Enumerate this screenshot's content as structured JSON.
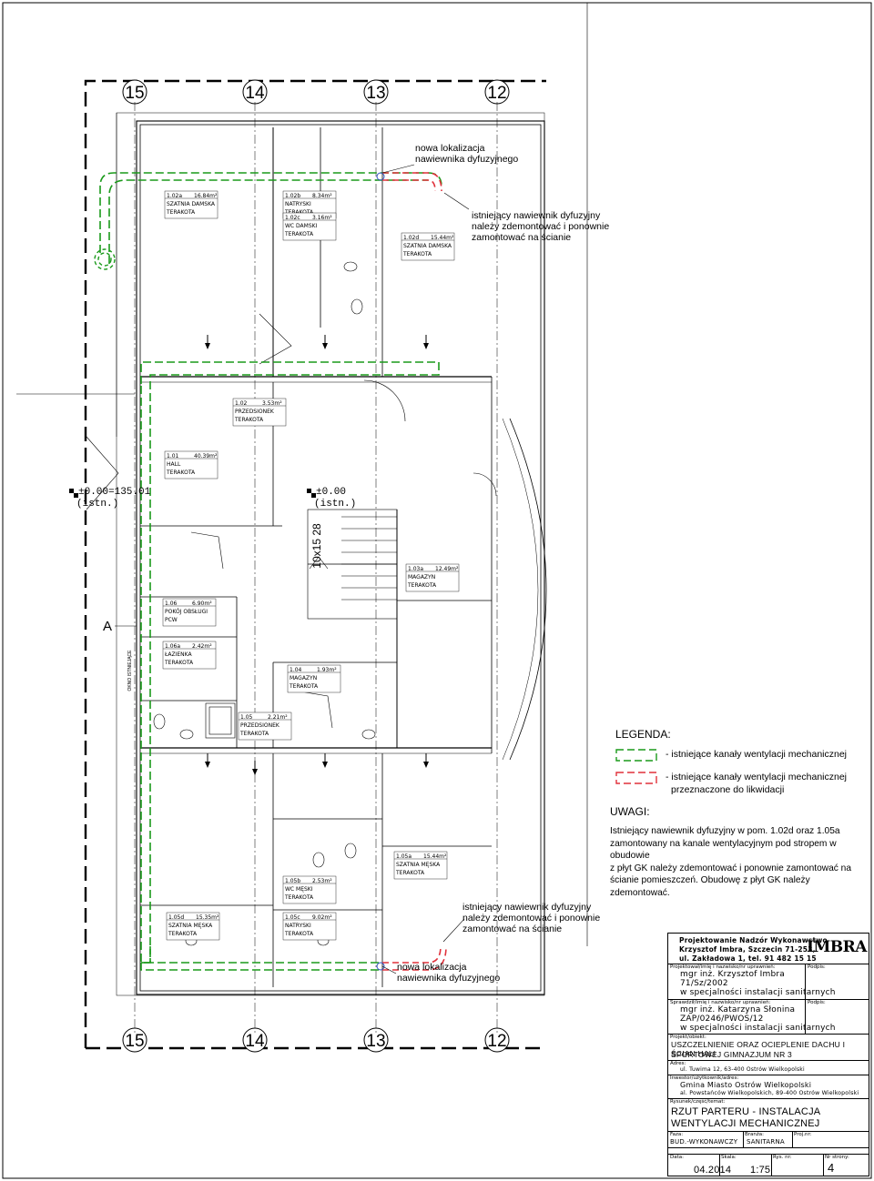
{
  "grid_axes": [
    "15",
    "14",
    "13",
    "12"
  ],
  "row_axis": "A",
  "rooms": [
    {
      "number": "1.02a",
      "area": "16.84m²",
      "name": "SZATNIA DAMSKA",
      "floor": "TERAKOTA"
    },
    {
      "number": "1.02b",
      "area": "8.34m²",
      "name": "NATRYSKI",
      "floor": "TERAKOTA"
    },
    {
      "number": "1.02c",
      "area": "3.16m²",
      "name": "WC DAMSKI",
      "floor": "TERAKOTA"
    },
    {
      "number": "1.02d",
      "area": "15.44m²",
      "name": "SZATNIA DAMSKA",
      "floor": "TERAKOTA"
    },
    {
      "number": "1.02",
      "area": "3.53m²",
      "name": "PRZEDSIONEK",
      "floor": "TERAKOTA"
    },
    {
      "number": "1.01",
      "area": "40.39m²",
      "name": "HALL",
      "floor": "TERAKOTA"
    },
    {
      "number": "1.03a",
      "area": "12.49m²",
      "name": "MAGAZYN",
      "floor": "TERAKOTA"
    },
    {
      "number": "1.06",
      "area": "6.90m²",
      "name": "POKÓJ OBSŁUGI",
      "floor": "PCW"
    },
    {
      "number": "1.06a",
      "area": "2.42m²",
      "name": "ŁAZIENKA",
      "floor": "TERAKOTA"
    },
    {
      "number": "1.04",
      "area": "1.93m²",
      "name": "MAGAZYN",
      "floor": "TERAKOTA"
    },
    {
      "number": "1.05",
      "area": "2.21m²",
      "name": "PRZEDSIONEK",
      "floor": "TERAKOTA"
    },
    {
      "number": "1.05a",
      "area": "15.44m²",
      "name": "SZATNIA MĘSKA",
      "floor": "TERAKOTA"
    },
    {
      "number": "1.05b",
      "area": "2.53m²",
      "name": "WC MĘSKI",
      "floor": "TERAKOTA"
    },
    {
      "number": "1.05d",
      "area": "15.35m²",
      "name": "SZATNIA MĘSKA",
      "floor": "TERAKOTA"
    },
    {
      "number": "1.05c",
      "area": "9.02m²",
      "name": "NATRYSKI",
      "floor": "TERAKOTA"
    }
  ],
  "levels": {
    "level1_line1": "±0.00=135.01",
    "level1_line2": "(istn.)",
    "level2_line1": "±0.00",
    "level2_line2": "(istn.)"
  },
  "stair_label": "10x15 28",
  "window_tag": "OKNO ISTNIEJĄCE",
  "callouts": {
    "top_new_line1": "nowa lokalizacja",
    "top_new_line2": "nawiewnika dyfuzyjnego",
    "top_exist_line1": "istniejący nawiewnik dyfuzyjny",
    "top_exist_line2": "należy zdemontować i ponownie",
    "top_exist_line3": "zamontować na ścianie",
    "bot_exist_line1": "istniejący nawiewnik dyfuzyjny",
    "bot_exist_line2": "należy zdemontować i ponownie",
    "bot_exist_line3": "zamontować na ścianie",
    "bot_new_line1": "nowa lokalizacja",
    "bot_new_line2": "nawiewnika dyfuzyjnego"
  },
  "legend": {
    "title": "LEGENDA:",
    "green_text": "- istniejące kanały wentylacji mechanicznej",
    "red_text_line1": "- istniejące kanały wentylacji mechanicznej",
    "red_text_line2": "przeznaczone do likwidacji",
    "green_color": "#1a9a1a",
    "red_color": "#e0303a"
  },
  "notes": {
    "title": "UWAGI:",
    "line1": "Istniejący nawiewnik dyfuzyjny  w pom. 1.02d oraz 1.05a",
    "line2": "zamontowany na kanale wentylacyjnym pod stropem w obudowie",
    "line3": "z płyt GK należy zdemontować i ponownie zamontować na",
    "line4": "ścianie pomieszczeń. Obudowę z płyt GK należy zdemontować."
  },
  "title_block": {
    "firm_line1": "Projektowanie Nadzór Wykonawstwo",
    "firm_line2": "Krzysztof Imbra, Szczecin 71-253,",
    "firm_line3": "ul. Zakładowa 1, tel. 91 482 15 15",
    "logo": "IMBRA",
    "designer_label": "Projektował/imię i nazwisko/nr uprawnień:",
    "signature_label": "Podpis:",
    "designer_name": "mgr inż. Krzysztof Imbra",
    "designer_license": "71/Sz/2002",
    "designer_spec": "w specjalności instalacji sanitarnych",
    "checker_label": "Sprawdził/imię i nazwisko/nr uprawnień:",
    "checker_signature_label": "Podpis:",
    "checker_name": "mgr inż. Katarzyna Słonina",
    "checker_license": "ZAP/0246/PWOS/12",
    "checker_spec": "w specjalności instalacji sanitarnych",
    "project_label": "Projekt/obiekt:",
    "project_line1": "USZCZELNIENIE ORAZ OCIEPLENIE DACHU I ŚCIAN HALI",
    "project_line2": "SPORTOWEJ GIMNAZJUM NR 3",
    "address_label": "Adres:",
    "address": "ul. Tuwima 12, 63-400 Ostrów Wielkopolski",
    "investor_label": "Inwestor/użytkownik/adres:",
    "investor_line1": "Gmina Miasto Ostrów Wielkopolski",
    "investor_line2": "al. Powstańców Wielkopolskich, 89-400 Ostrów Wielkopolski",
    "drawing_label": "Rysunek/część/temat:",
    "drawing_line1": "RZUT PARTERU  - INSTALACJA",
    "drawing_line2": "WENTYLACJI MECHANICZNEJ",
    "phase_label": "Faza:",
    "phase": "BUD.-WYKONAWCZY",
    "branch_label": "Branża:",
    "branch": "SANITARNA",
    "projno_label": "Proj.nr:",
    "date_label": "Data:",
    "date": "04.2014",
    "scale_label": "Skala:",
    "scale": "1:75",
    "drawno_label": "Rys. nr:",
    "drawno": "4",
    "sheets_label": "Nr strony:"
  }
}
